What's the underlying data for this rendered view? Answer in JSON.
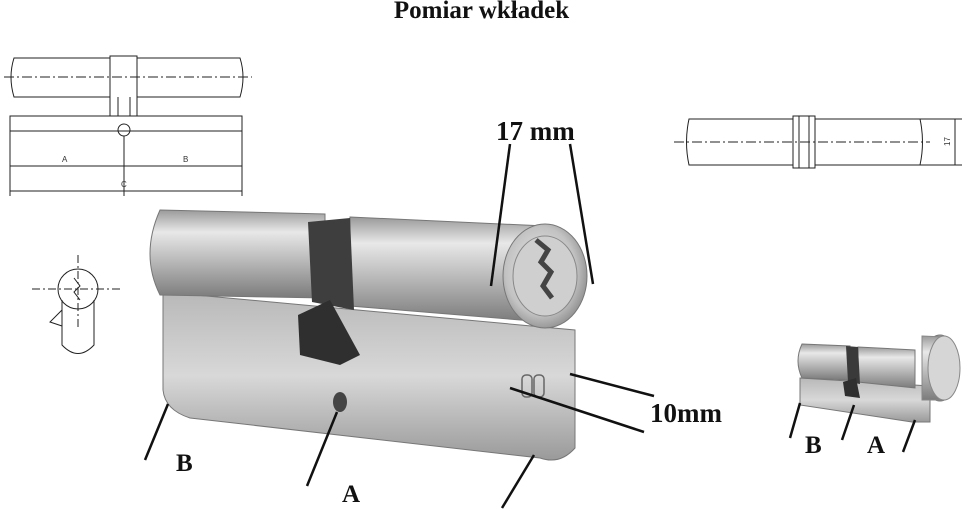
{
  "title": "Pomiar wkładek",
  "labels": {
    "width_17": "17 mm",
    "width_10": "10mm",
    "B_main": "B",
    "A_main": "A",
    "B_small": "B",
    "A_small": "A"
  },
  "tech_drawing": {
    "dim_A": "A",
    "dim_B": "B",
    "dim_C": "C",
    "dim_17": "17"
  }
}
